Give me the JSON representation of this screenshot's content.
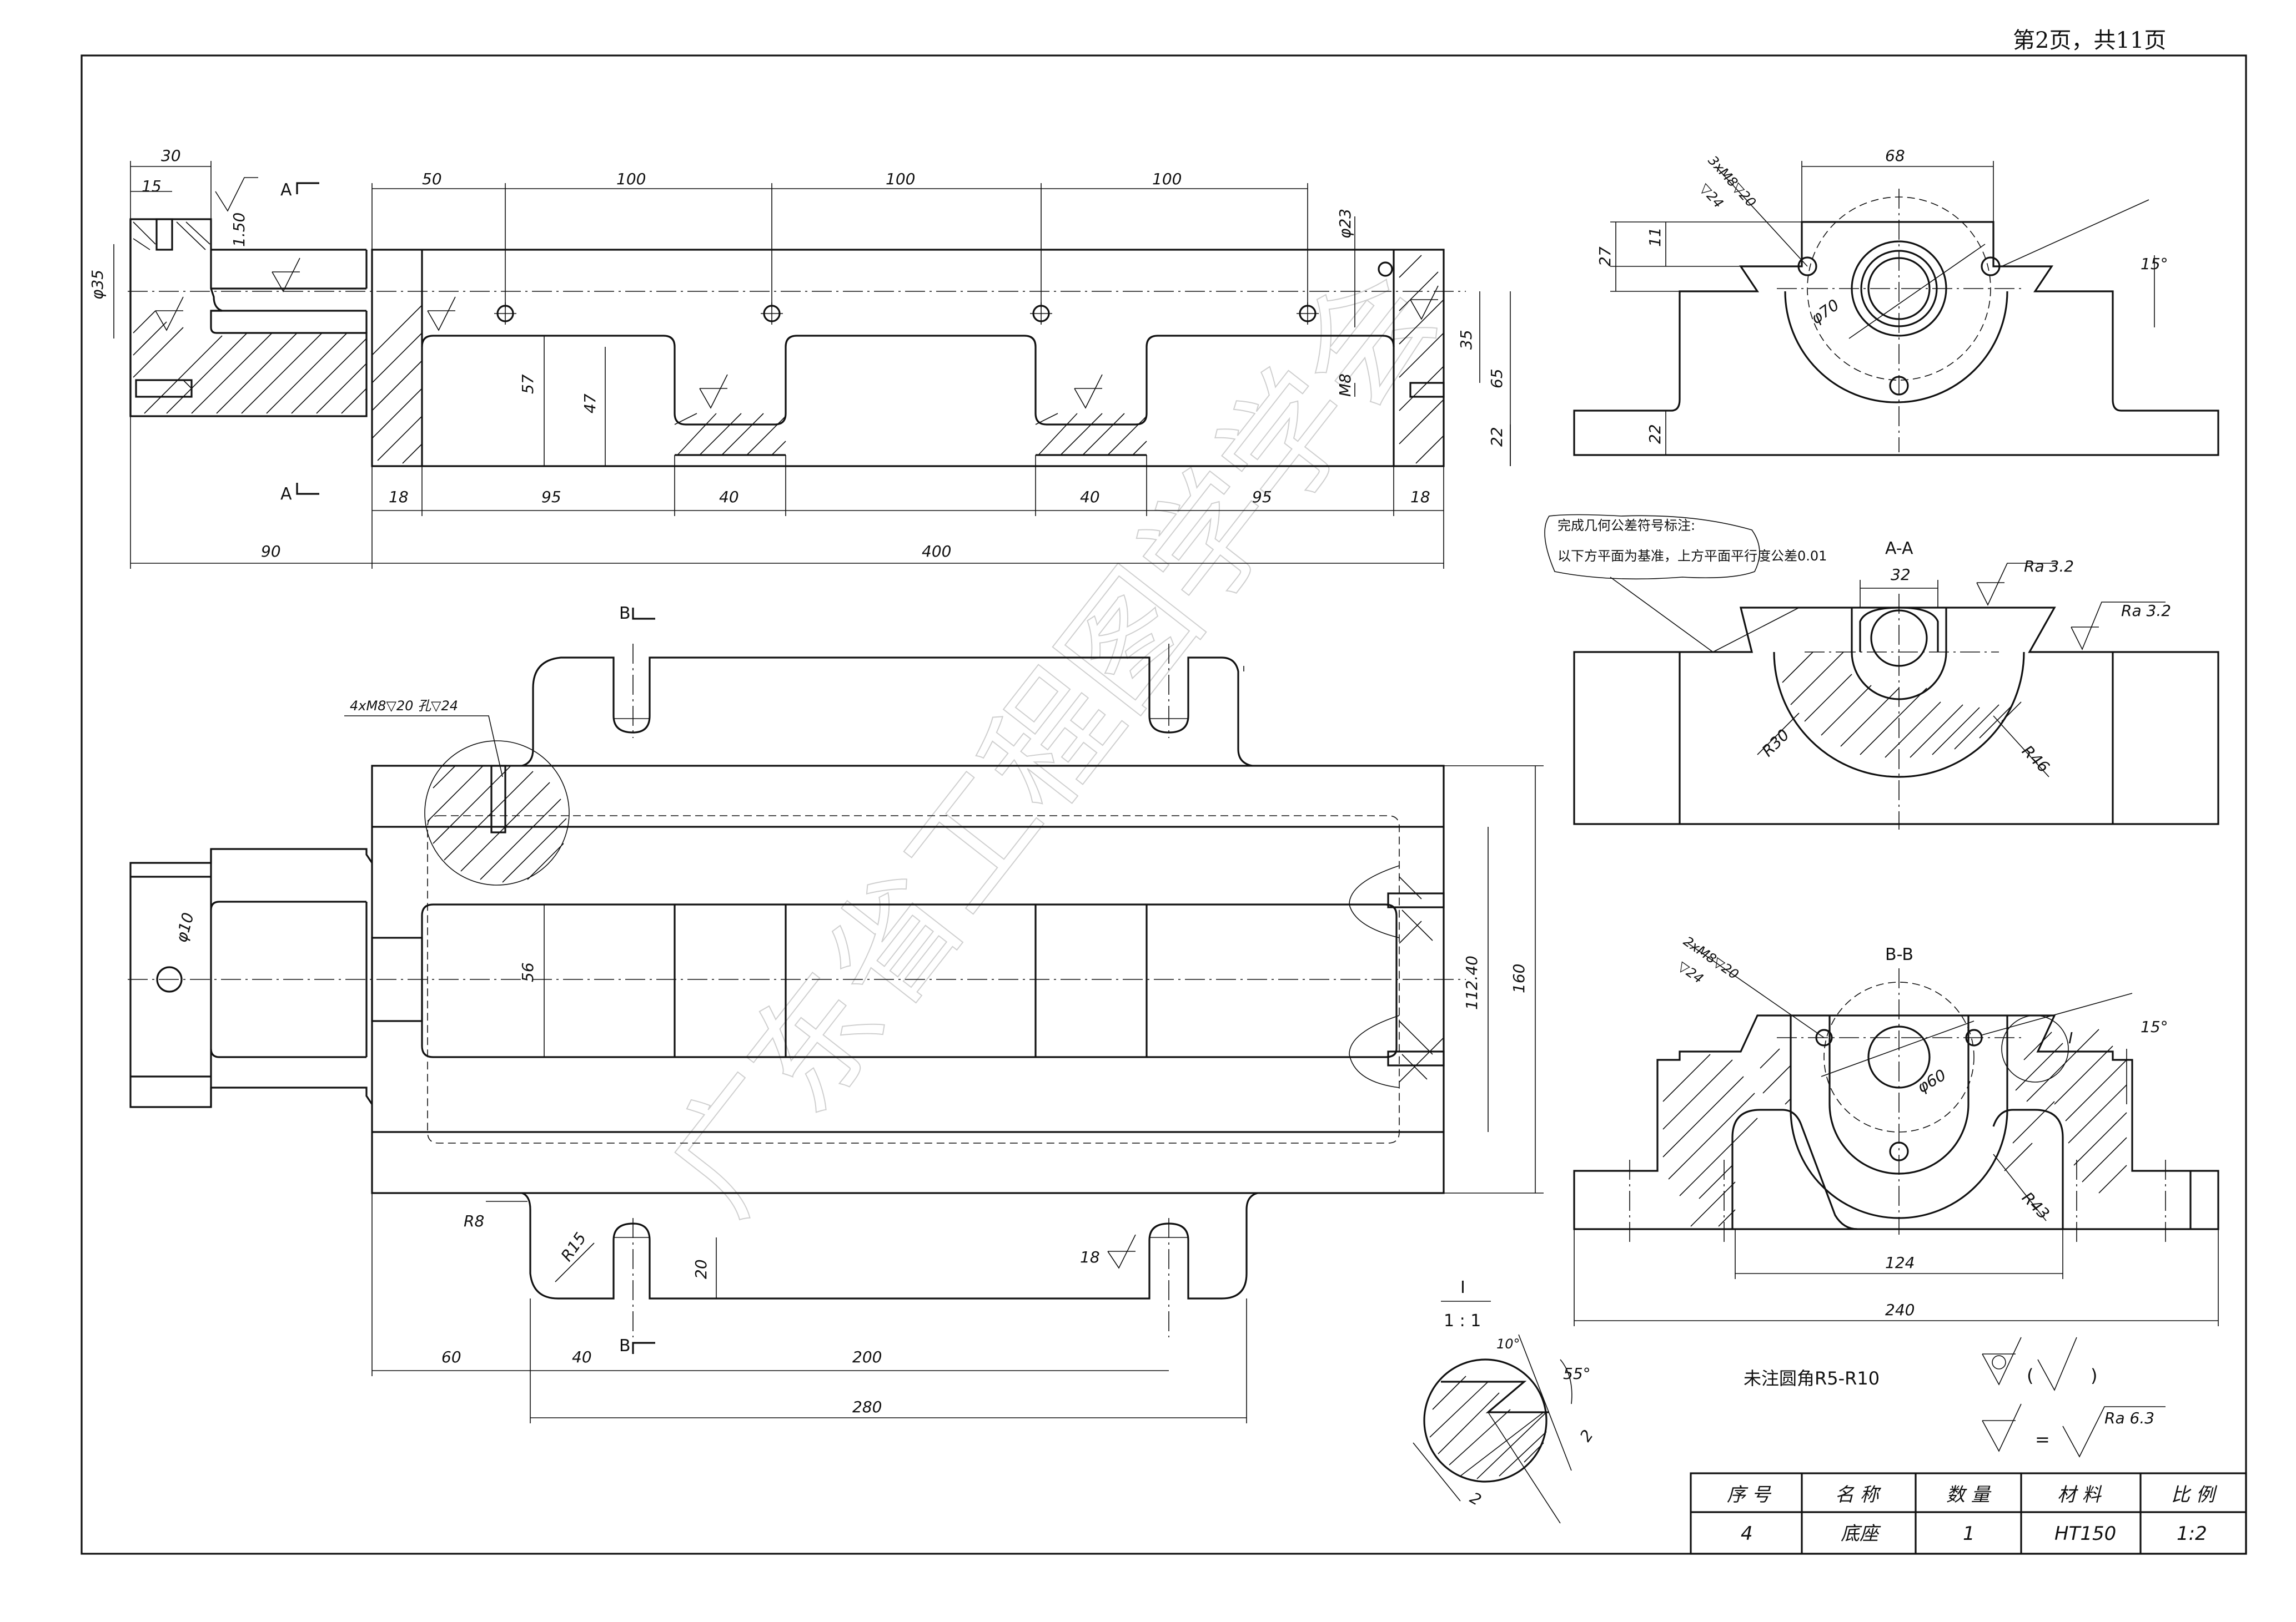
{
  "page_header": "第2页，共11页",
  "watermark": "广东省工程图学学会",
  "main_view": {
    "dims_top": [
      "50",
      "100",
      "100",
      "100"
    ],
    "dims_left_top": [
      "30",
      "15"
    ],
    "dims_bottom": [
      "18",
      "95",
      "40",
      "40",
      "95",
      "18"
    ],
    "dims_overall": [
      "90",
      "400"
    ],
    "dims_vertical": [
      "57",
      "47",
      "35",
      "65",
      "22"
    ],
    "dia_left": "φ35",
    "dia_right": "φ23",
    "thread_right": "M8",
    "roughness_mark": "1.50",
    "section_label": "A"
  },
  "plan_view": {
    "callout": "4xM8▽20 孔▽24",
    "section_label": "B",
    "dims_vertical": [
      "56",
      "112.40",
      "160",
      "20"
    ],
    "dims_bottom": [
      "60",
      "40",
      "200",
      "280"
    ],
    "radii": [
      "R8",
      "R15"
    ],
    "dia_hole": "φ10",
    "roughness_mark": "18"
  },
  "side_view": {
    "dims_top": [
      "68"
    ],
    "dims_vertical": [
      "11",
      "27",
      "22"
    ],
    "callout_line1": "3xM8▽20",
    "callout_line2": "▽24",
    "dia": "φ70",
    "angle": "15°"
  },
  "section_aa": {
    "title": "A-A",
    "dim_top": "32",
    "roughness_1": "Ra 3.2",
    "roughness_2": "Ra 3.2",
    "radii": [
      "R30",
      "R46"
    ]
  },
  "annotation_bubble": {
    "line1": "完成几何公差符号标注:",
    "line2": "以下方平面为基准，上方平面平行度公差0.01"
  },
  "section_bb": {
    "title": "B-B",
    "callout_line1": "2xM8▽20",
    "callout_line2": "▽24",
    "dia": "φ60",
    "angle": "15°",
    "radius": "R43",
    "dims_bottom": [
      "124",
      "240"
    ],
    "detail_ref": "I"
  },
  "detail_view": {
    "label": "I",
    "scale": "1 : 1",
    "angle_small": "10°",
    "angle_large": "55°",
    "dims": [
      "2",
      "2"
    ]
  },
  "general_notes": {
    "fillet_note": "未注圆角R5-R10",
    "paren_open": "(",
    "paren_close": ")",
    "equals": "=",
    "roughness_value": "Ra 6.3"
  },
  "title_block": {
    "headers": [
      "序 号",
      "名 称",
      "数 量",
      "材 料",
      "比 例"
    ],
    "values": [
      "4",
      "底座",
      "1",
      "HT150",
      "1:2"
    ]
  }
}
